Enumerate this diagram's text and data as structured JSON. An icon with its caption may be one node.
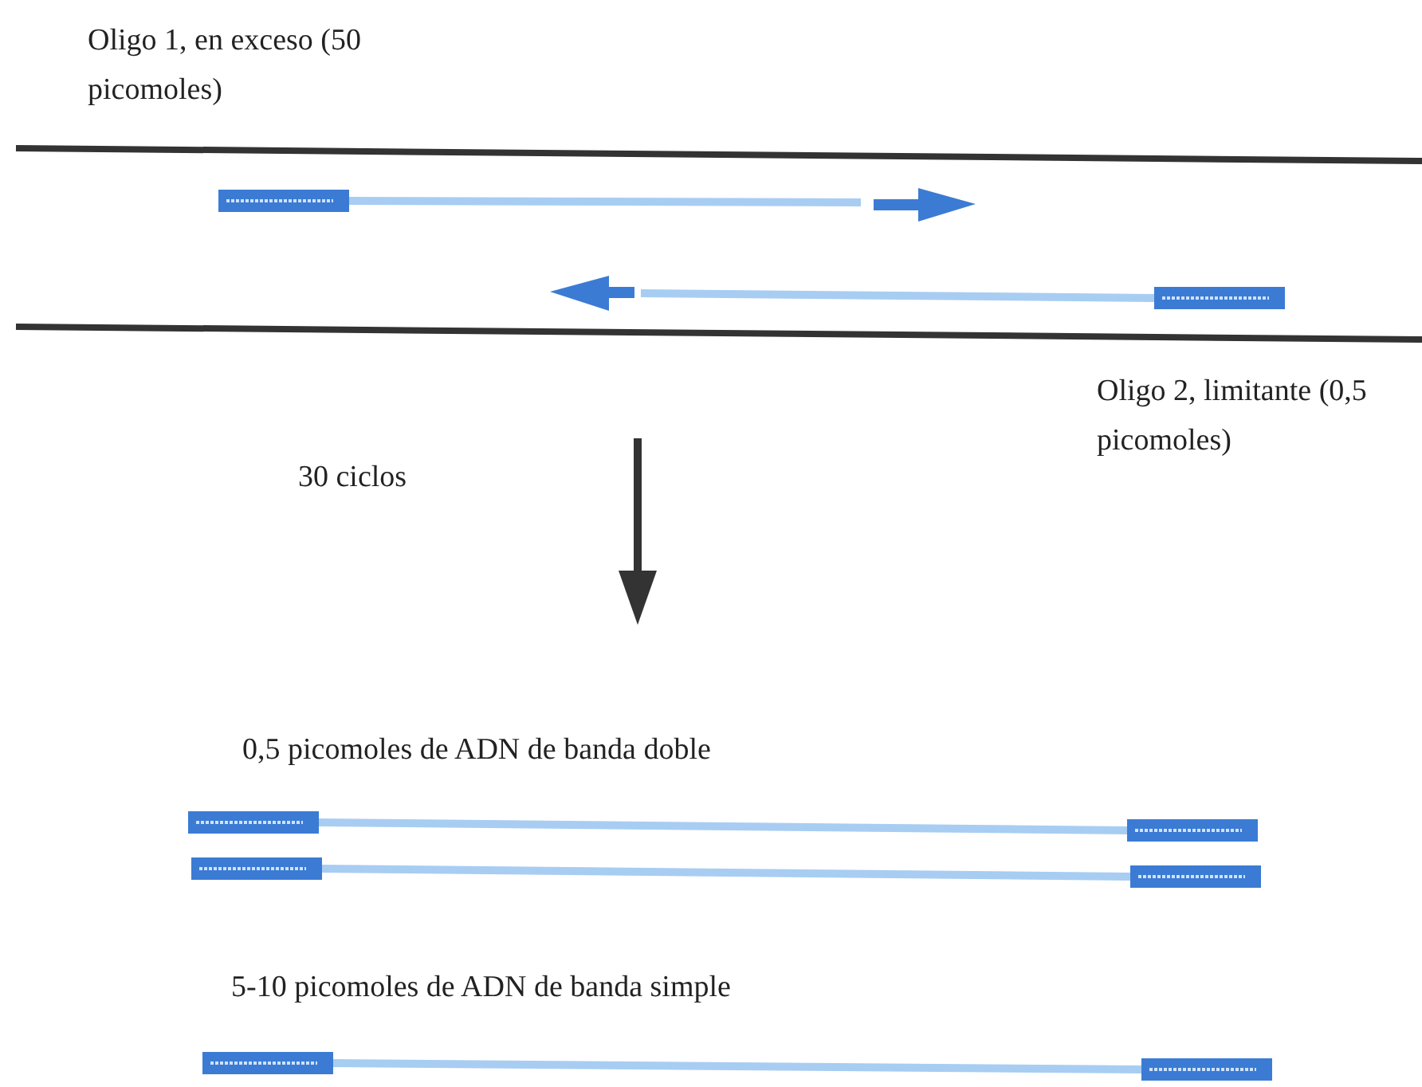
{
  "diagram": {
    "labels": [
      "Oligo 1,  en exceso (50 picomoles)",
      "Oligo 2,  limitante (0,5 picomoles)",
      "30 ciclos",
      "0,5 picomoles de ADN de banda doble",
      "5-10 picomoles de ADN de banda simple"
    ]
  }
}
